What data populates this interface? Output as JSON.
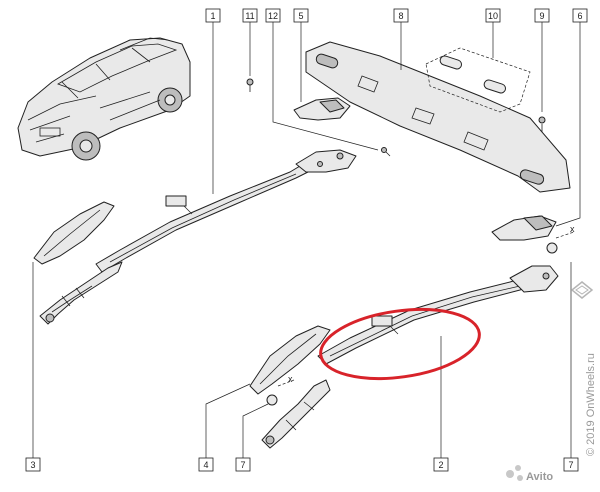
{
  "callouts": {
    "c1": "1",
    "c2": "2",
    "c3": "3",
    "c4": "4",
    "c5": "5",
    "c6": "6",
    "c7a": "7",
    "c7b": "7",
    "c8": "8",
    "c9": "9",
    "c10": "10",
    "c11": "11",
    "c12": "12"
  },
  "markers": {
    "x_right": "x",
    "x_left": "x"
  },
  "watermark": {
    "copyright": "© 2019 OnWheels.ru",
    "avito": "Avito"
  },
  "highlight_color": "#d8232a"
}
